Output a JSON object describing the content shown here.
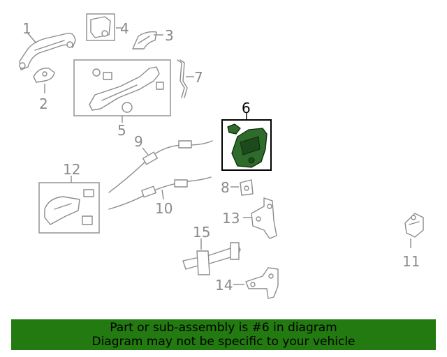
{
  "diagram": {
    "labels": {
      "p1": "1",
      "p2": "2",
      "p3": "3",
      "p4": "4",
      "p5": "5",
      "p6": "6",
      "p7": "7",
      "p8": "8",
      "p9": "9",
      "p10": "10",
      "p11": "11",
      "p12": "12",
      "p13": "13",
      "p14": "14",
      "p15": "15"
    },
    "highlight_color": "#2f6b2b"
  },
  "banner": {
    "line1": "Part or sub-assembly is #6 in diagram",
    "line2": "Diagram may not be specific to your vehicle",
    "background": "#237a11"
  }
}
